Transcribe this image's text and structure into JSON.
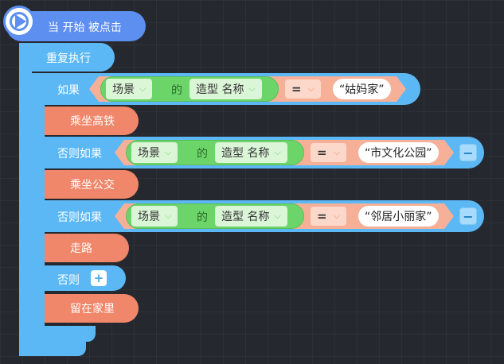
{
  "hat": {
    "label": "当 开始 被点击"
  },
  "repeat": {
    "label": "重复执行"
  },
  "condition_common": {
    "scene_dropdown": "场景",
    "of_label": "的",
    "property_dropdown": "造型 名称",
    "operator": "="
  },
  "branches": [
    {
      "keyword": "如果",
      "value": "“姑妈家”",
      "action": "乘坐高铁"
    },
    {
      "keyword": "否则如果",
      "value": "“市文化公园”",
      "action": "乘坐公交"
    },
    {
      "keyword": "否则如果",
      "value": "“邻居小丽家”",
      "action": "走路"
    }
  ],
  "else_branch": {
    "keyword": "否则",
    "action": "留在家里"
  },
  "buttons": {
    "minus": "−",
    "plus": "+"
  },
  "colors": {
    "event_blue": "#5d8ff0",
    "control_blue": "#5cb8f5",
    "action_orange": "#f0866a",
    "sensing_green": "#6cd56a"
  }
}
